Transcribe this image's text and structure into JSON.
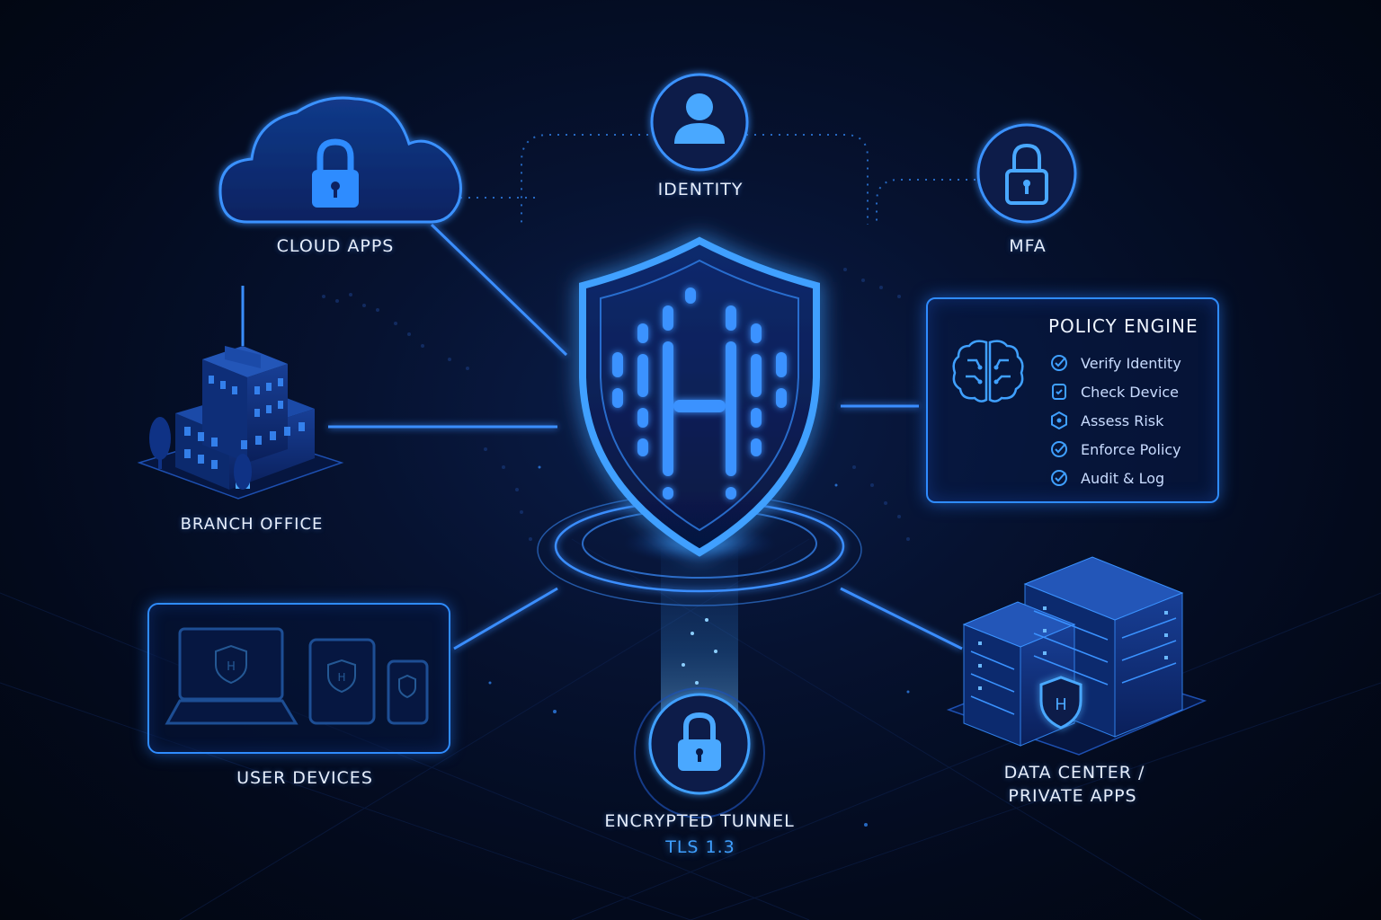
{
  "nodes": {
    "cloud_apps": "CLOUD APPS",
    "identity": "IDENTITY",
    "mfa": "MFA",
    "branch_office": "BRANCH OFFICE",
    "user_devices": "USER DEVICES",
    "encrypted_tunnel": "ENCRYPTED TUNNEL",
    "tunnel_protocol": "TLS 1.3",
    "data_center_line1": "DATA CENTER /",
    "data_center_line2": "PRIVATE APPS"
  },
  "policy_engine": {
    "title": "POLICY ENGINE",
    "items": [
      {
        "label": "Verify Identity",
        "icon": "check-circle-icon"
      },
      {
        "label": "Check Device",
        "icon": "device-check-icon"
      },
      {
        "label": "Assess Risk",
        "icon": "risk-hexagon-icon"
      },
      {
        "label": "Enforce Policy",
        "icon": "check-circle-icon"
      },
      {
        "label": "Audit & Log",
        "icon": "check-circle-icon"
      }
    ]
  },
  "colors": {
    "accent": "#2f8cff",
    "glow": "#3fa0ff",
    "background": "#030a1c",
    "text": "#e6eefc"
  },
  "icons": [
    "cloud-lock-icon",
    "user-icon",
    "lock-icon",
    "building-icon",
    "shield-logo-icon",
    "brain-icon",
    "laptop-icon",
    "tablet-icon",
    "phone-icon",
    "server-rack-icon",
    "tunnel-lock-icon"
  ]
}
